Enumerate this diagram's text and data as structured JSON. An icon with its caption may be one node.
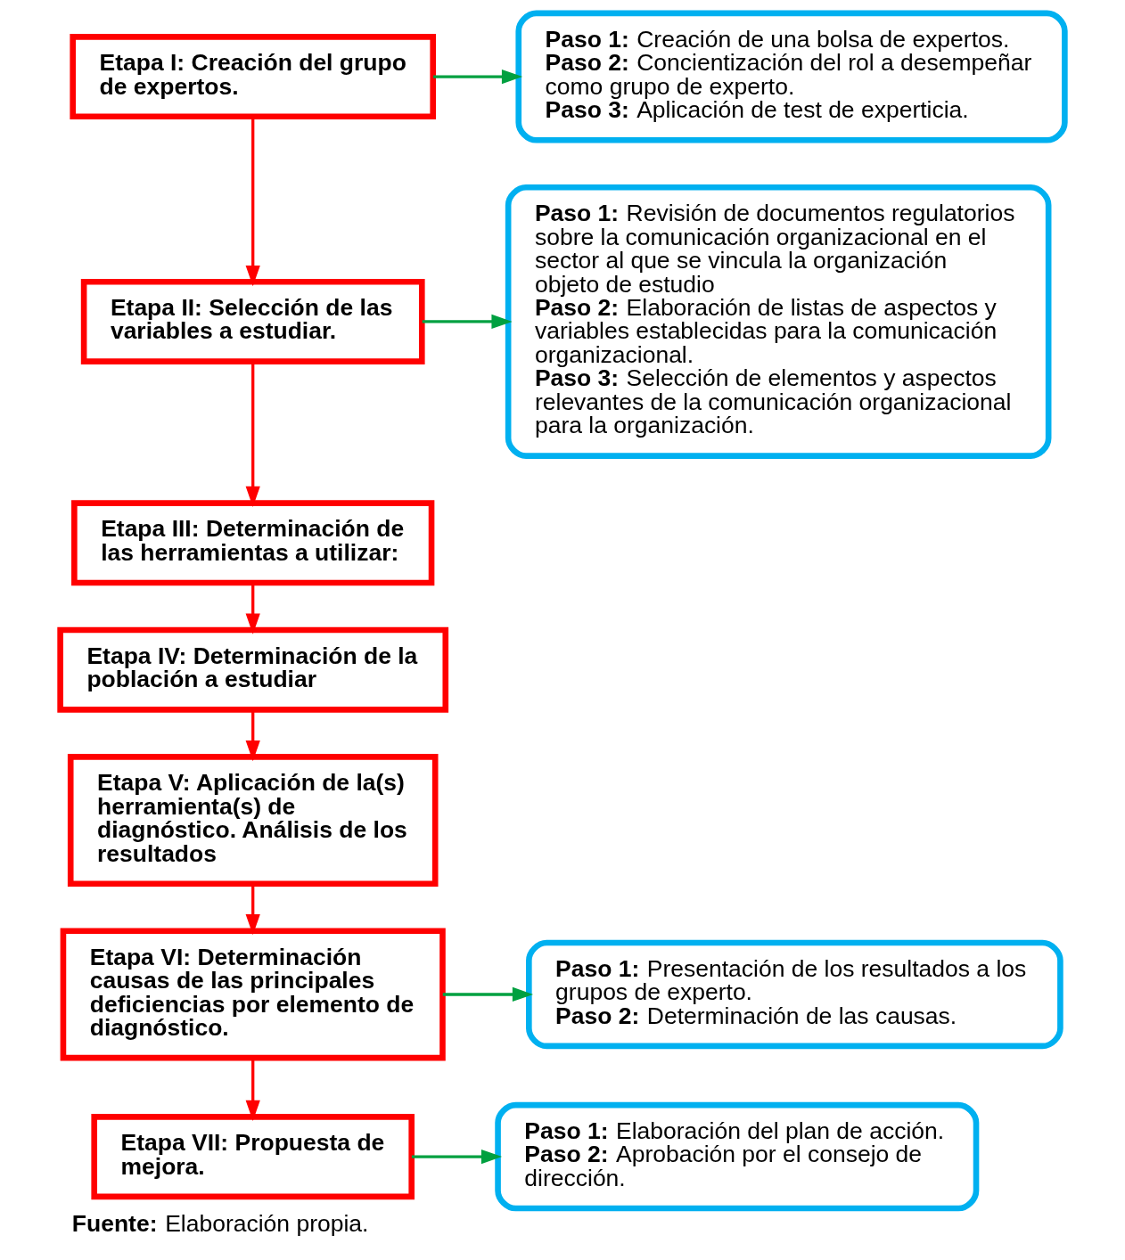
{
  "diagram": {
    "caption": "**Fuente:** Elaboración propia.",
    "nodes": [
      {
        "text": [
          "Etapa I: Creación del grupo de expertos."
        ]
      },
      {
        "text": [
          "Etapa II: Selección de las variables a estudiar."
        ]
      },
      {
        "text": [
          "Etapa III: Determinación de las herramientas a utilizar:"
        ]
      },
      {
        "text": [
          "Etapa IV: Determinación de la población a estudiar"
        ]
      },
      {
        "text": [
          "Etapa V: Aplicación de la(s) herramienta(s) de diagnóstico. Análisis de los resultados"
        ]
      },
      {
        "text": [
          "Etapa VI: Determinación causas de las principales deficiencias por elemento de diagnóstico."
        ]
      },
      {
        "text": [
          "Etapa VII: Propuesta de mejora."
        ]
      },
      {
        "text": [
          "**Paso 1:** Creación de una bolsa de expertos.",
          "**Paso 2:** Concientización del rol a desempeñar como grupo de experto.",
          "**Paso 3:** Aplicación de test de experticia."
        ]
      },
      {
        "text": [
          "**Paso 1:** Revisión de documentos regulatorios sobre la comunicación organizacional en el sector al que se vincula la organización objeto de estudio",
          "**Paso 2:** Elaboración de listas de aspectos y variables establecidas para la comunicación organizacional.",
          "**Paso 3:** Selección de elementos y aspectos relevantes de la comunicación organizacional para la organización."
        ]
      },
      {
        "text": [
          "**Paso 1:** Presentación de los resultados a los grupos de experto.",
          "**Paso 2:** Determinación de las causas."
        ]
      },
      {
        "text": [
          "**Paso 1:** Elaboración del plan de acción.",
          "**Paso 2:** Aprobación por el consejo de dirección."
        ]
      }
    ],
    "edges": [
      {
        "from": 0,
        "to": 1,
        "arrow": "to",
        "color": "#ff0000"
      },
      {
        "from": 1,
        "to": 2,
        "arrow": "to",
        "color": "#ff0000"
      },
      {
        "from": 2,
        "to": 3,
        "arrow": "to",
        "color": "#ff0000"
      },
      {
        "from": 3,
        "to": 4,
        "arrow": "to",
        "color": "#ff0000"
      },
      {
        "from": 4,
        "to": 5,
        "arrow": "to",
        "color": "#ff0000"
      },
      {
        "from": 5,
        "to": 6,
        "arrow": "to",
        "color": "#ff0000"
      },
      {
        "from": 0,
        "to": 7,
        "arrow": "to",
        "color": "#00a040"
      },
      {
        "from": 1,
        "to": 8,
        "arrow": "to",
        "color": "#00a040"
      },
      {
        "from": 5,
        "to": 9,
        "arrow": "to",
        "color": "#00a040"
      },
      {
        "from": 6,
        "to": 10,
        "arrow": "to",
        "color": "#00a040"
      }
    ]
  }
}
